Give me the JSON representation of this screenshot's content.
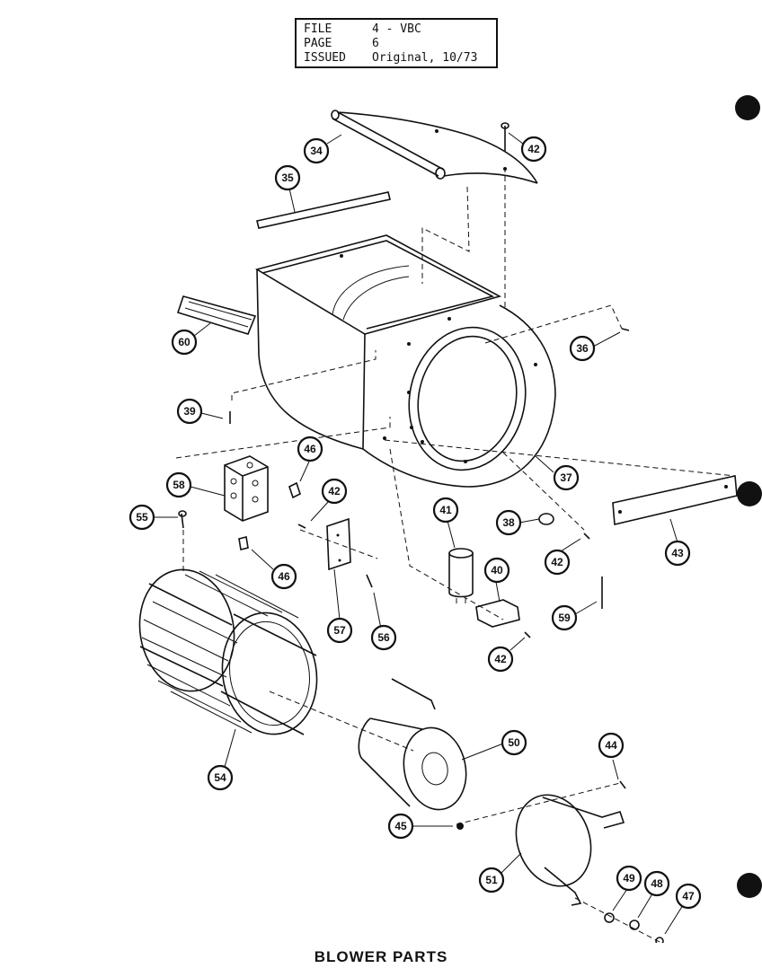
{
  "header": {
    "file_label": "FILE",
    "file_value": "4 - VBC",
    "page_label": "PAGE",
    "page_value": "6",
    "issued_label": "ISSUED",
    "issued_value": "Original, 10/73"
  },
  "title": "BLOWER PARTS",
  "callouts": [
    {
      "id": "c34",
      "text": "34"
    },
    {
      "id": "c42a",
      "text": "42"
    },
    {
      "id": "c35",
      "text": "35"
    },
    {
      "id": "c60",
      "text": "60"
    },
    {
      "id": "c36",
      "text": "36"
    },
    {
      "id": "c39",
      "text": "39"
    },
    {
      "id": "c37",
      "text": "37"
    },
    {
      "id": "c46a",
      "text": "46"
    },
    {
      "id": "c58",
      "text": "58"
    },
    {
      "id": "c42b",
      "text": "42"
    },
    {
      "id": "c55",
      "text": "55"
    },
    {
      "id": "c46b",
      "text": "46"
    },
    {
      "id": "c41",
      "text": "41"
    },
    {
      "id": "c38",
      "text": "38"
    },
    {
      "id": "c42c",
      "text": "42"
    },
    {
      "id": "c43",
      "text": "43"
    },
    {
      "id": "c40",
      "text": "40"
    },
    {
      "id": "c59",
      "text": "59"
    },
    {
      "id": "c57",
      "text": "57"
    },
    {
      "id": "c56",
      "text": "56"
    },
    {
      "id": "c42d",
      "text": "42"
    },
    {
      "id": "c54",
      "text": "54"
    },
    {
      "id": "c50",
      "text": "50"
    },
    {
      "id": "c44",
      "text": "44"
    },
    {
      "id": "c45",
      "text": "45"
    },
    {
      "id": "c51",
      "text": "51"
    },
    {
      "id": "c49",
      "text": "49"
    },
    {
      "id": "c48",
      "text": "48"
    },
    {
      "id": "c47",
      "text": "47"
    }
  ]
}
